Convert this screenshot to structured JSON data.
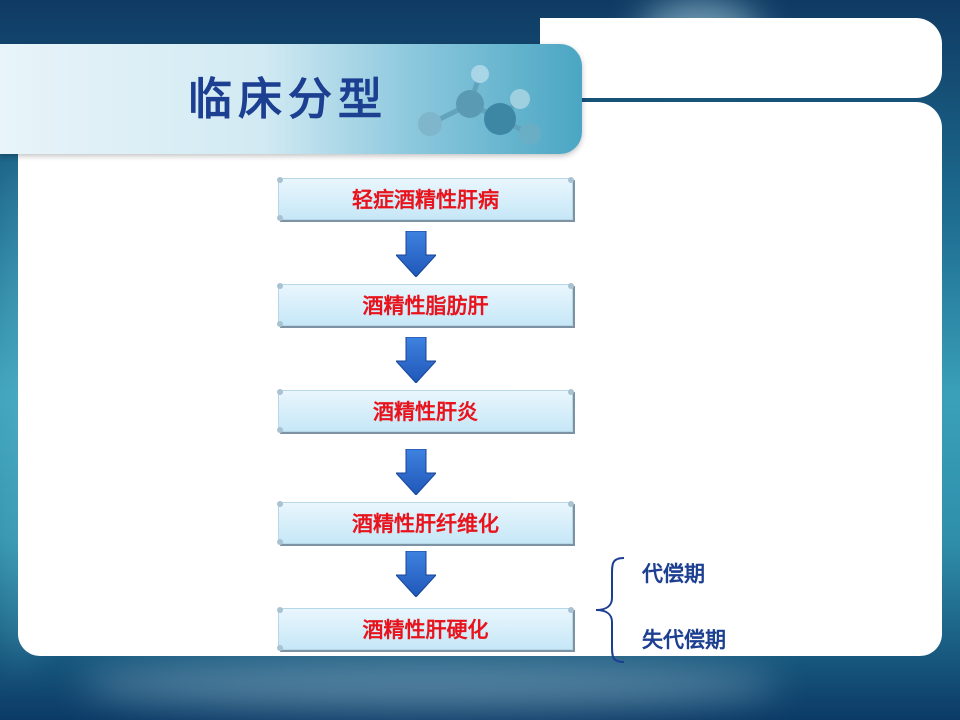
{
  "title": "临床分型",
  "stages": [
    "轻症酒精性肝病",
    "酒精性脂肪肝",
    "酒精性肝炎",
    "酒精性肝纤维化",
    "酒精性肝硬化"
  ],
  "cirrhosis_phases": [
    "代偿期",
    "失代偿期"
  ],
  "colors": {
    "title_text": "#1d3f91",
    "stage_text": "#e8141d",
    "arrow_fill": "#2f6fd4",
    "phase_text": "#1d3f91",
    "box_fill": "#cfeaf8"
  },
  "icons": {
    "flow_arrow": "down-arrow-icon",
    "bracket": "curly-brace-icon",
    "banner_art": "molecule-icon"
  }
}
